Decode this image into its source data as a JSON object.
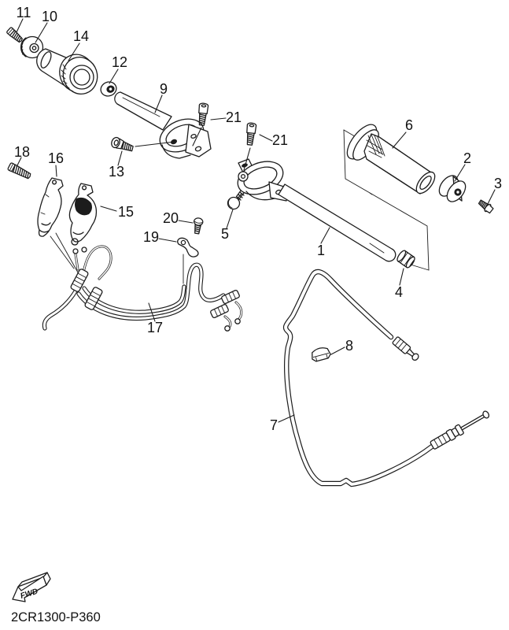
{
  "page": {
    "background": "#ffffff",
    "ink": "#1c1c1c"
  },
  "diagram": {
    "part_code": "2CR1300-P360",
    "fwd_marker": "FWD",
    "callouts": [
      {
        "id": "11",
        "label": "11"
      },
      {
        "id": "10",
        "label": "10"
      },
      {
        "id": "14",
        "label": "14"
      },
      {
        "id": "12",
        "label": "12"
      },
      {
        "id": "9",
        "label": "9"
      },
      {
        "id": "21-left",
        "label": "21"
      },
      {
        "id": "21-right",
        "label": "21"
      },
      {
        "id": "13",
        "label": "13"
      },
      {
        "id": "18",
        "label": "18"
      },
      {
        "id": "16",
        "label": "16"
      },
      {
        "id": "15",
        "label": "15"
      },
      {
        "id": "20",
        "label": "20"
      },
      {
        "id": "19",
        "label": "19"
      },
      {
        "id": "5",
        "label": "5"
      },
      {
        "id": "6",
        "label": "6"
      },
      {
        "id": "2",
        "label": "2"
      },
      {
        "id": "3",
        "label": "3"
      },
      {
        "id": "1",
        "label": "1"
      },
      {
        "id": "4",
        "label": "4"
      },
      {
        "id": "17",
        "label": "17"
      },
      {
        "id": "8",
        "label": "8"
      },
      {
        "id": "7",
        "label": "7"
      }
    ]
  }
}
